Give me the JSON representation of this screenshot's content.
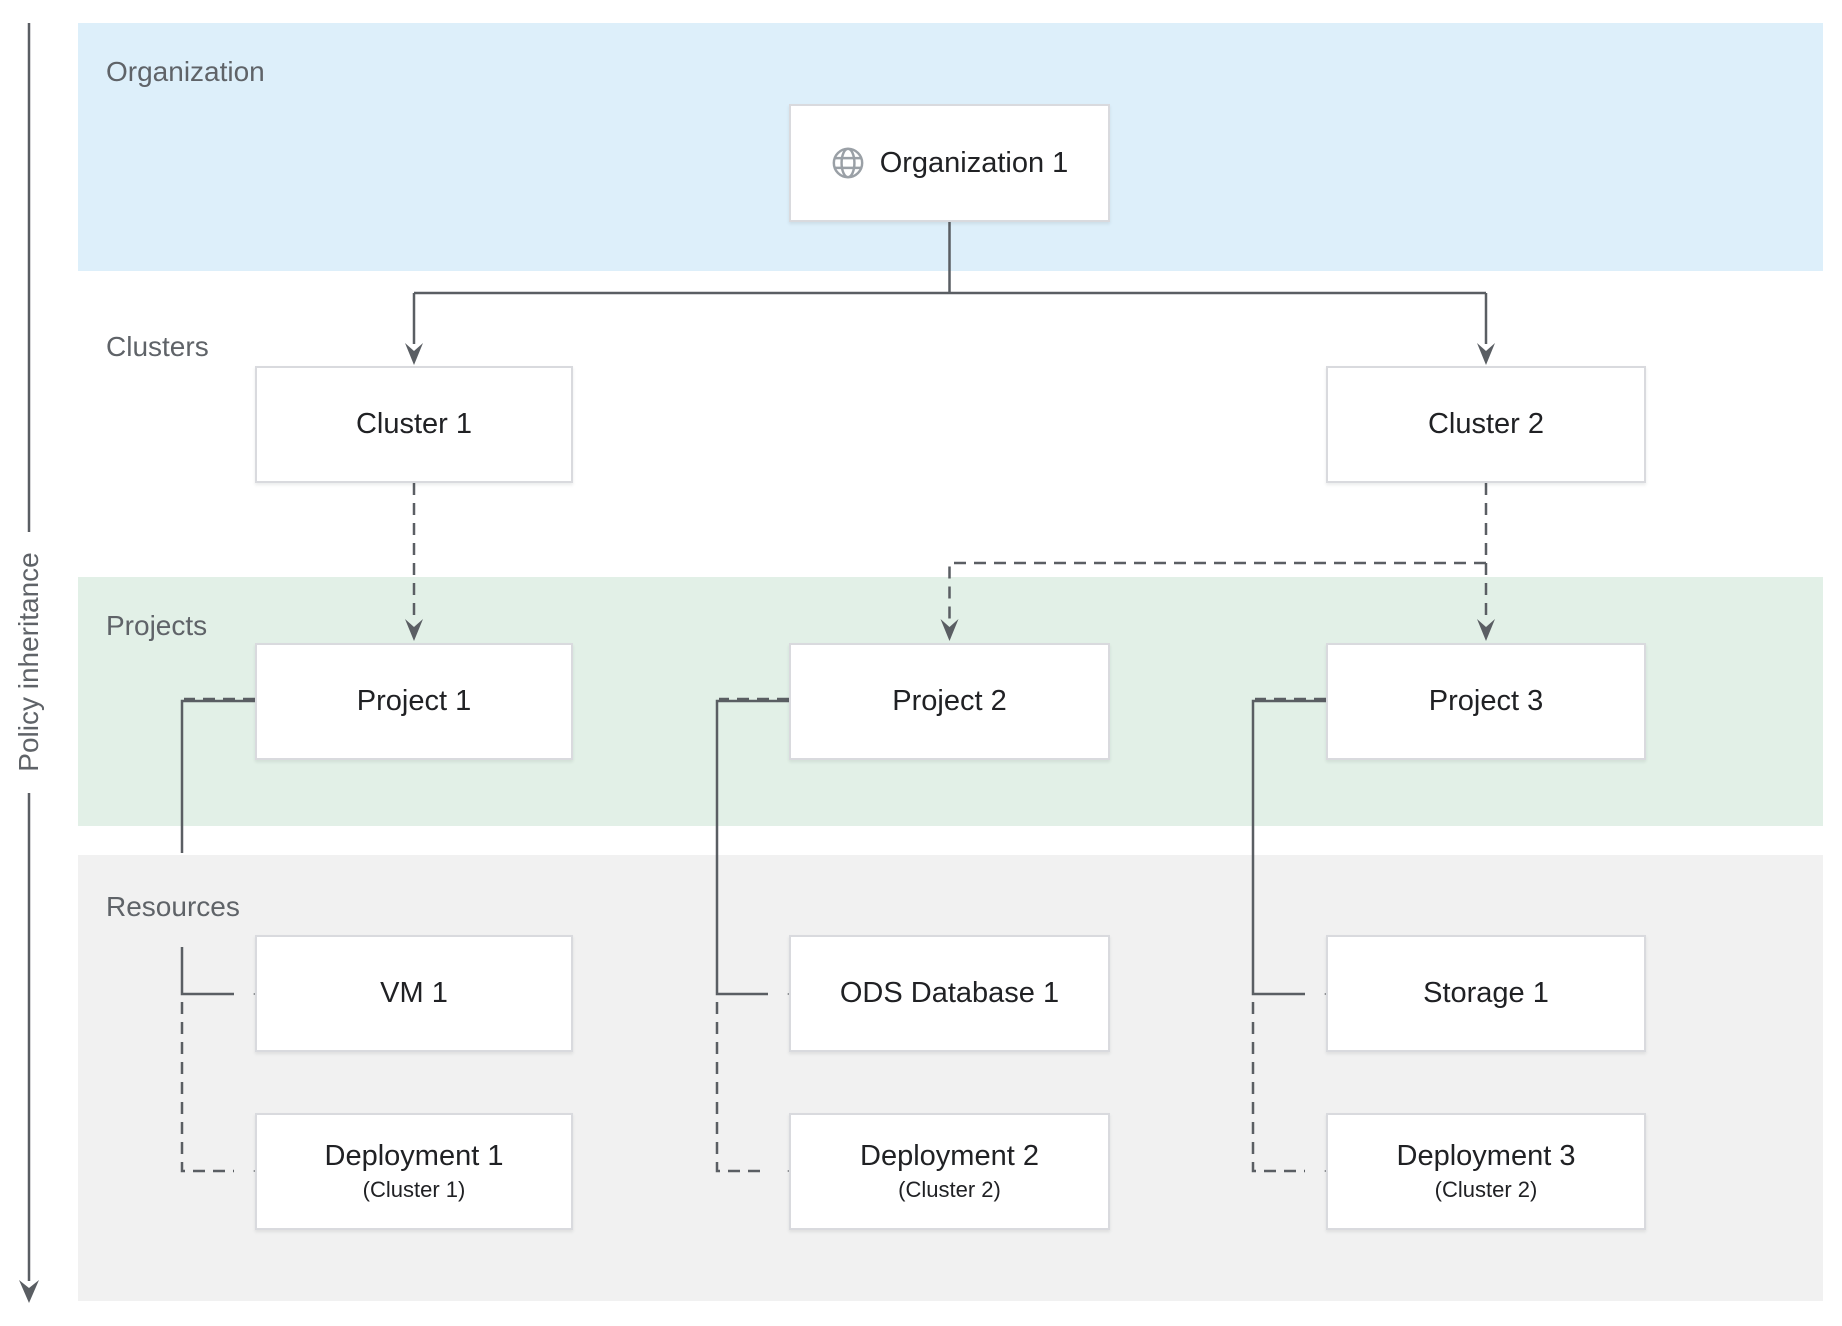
{
  "diagram": {
    "policy_axis_label": "Policy inheritance",
    "bands": [
      {
        "id": "organization",
        "label": "Organization",
        "color": "#ddeffa"
      },
      {
        "id": "clusters",
        "label": "Clusters",
        "color": "#ffffff"
      },
      {
        "id": "projects",
        "label": "Projects",
        "color": "#e2f0e7"
      },
      {
        "id": "resources",
        "label": "Resources",
        "color": "#f1f1f1"
      }
    ],
    "nodes": {
      "organization1": {
        "label": "Organization 1",
        "icon": "globe-icon"
      },
      "cluster1": {
        "label": "Cluster 1"
      },
      "cluster2": {
        "label": "Cluster 2"
      },
      "project1": {
        "label": "Project 1"
      },
      "project2": {
        "label": "Project 2"
      },
      "project3": {
        "label": "Project 3"
      },
      "vm1": {
        "label": "VM 1"
      },
      "ods_database1": {
        "label": "ODS Database 1"
      },
      "storage1": {
        "label": "Storage 1"
      },
      "deployment1": {
        "label": "Deployment 1",
        "sublabel": "(Cluster 1)"
      },
      "deployment2": {
        "label": "Deployment 2",
        "sublabel": "(Cluster 2)"
      },
      "deployment3": {
        "label": "Deployment 3",
        "sublabel": "(Cluster 2)"
      }
    },
    "edges": [
      {
        "from": "organization1",
        "to": "cluster1",
        "style": "solid"
      },
      {
        "from": "organization1",
        "to": "cluster2",
        "style": "solid"
      },
      {
        "from": "cluster1",
        "to": "project1",
        "style": "dashed"
      },
      {
        "from": "cluster2",
        "to": "project2",
        "style": "dashed"
      },
      {
        "from": "cluster2",
        "to": "project3",
        "style": "dashed"
      },
      {
        "from": "project1",
        "to": "vm1",
        "style": "solid"
      },
      {
        "from": "project1",
        "to": "deployment1",
        "style": "dashed"
      },
      {
        "from": "project2",
        "to": "ods_database1",
        "style": "solid"
      },
      {
        "from": "project2",
        "to": "deployment2",
        "style": "dashed"
      },
      {
        "from": "project3",
        "to": "storage1",
        "style": "solid"
      },
      {
        "from": "project3",
        "to": "deployment3",
        "style": "dashed"
      }
    ],
    "colors": {
      "band_blue": "#ddeffa",
      "band_green": "#e2f0e7",
      "band_gray": "#f1f1f1",
      "line": "#5a5e63",
      "box_border": "#d9dade",
      "box_text": "#202124",
      "label_text": "#5f6368",
      "icon": "#9aa0a6"
    }
  }
}
